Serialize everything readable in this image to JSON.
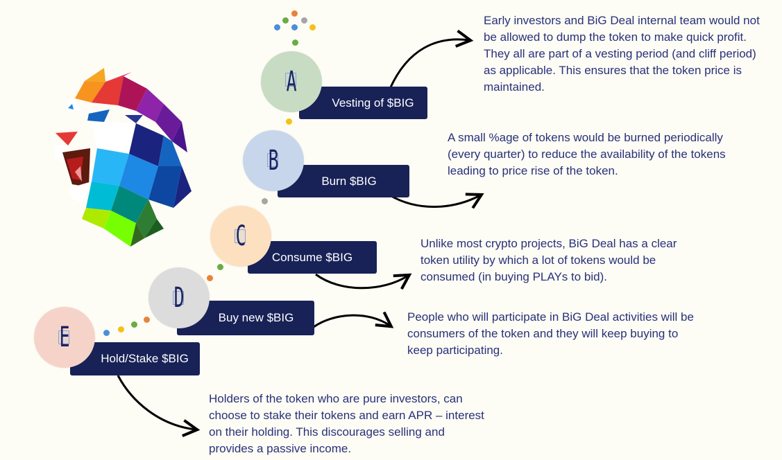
{
  "steps": [
    {
      "letter": "A",
      "label": "Vesting of $BIG",
      "description": "Early investors and BiG Deal internal team would not be allowed to dump the token to make quick profit. They all are part of a vesting period (and cliff period) as applicable. This ensures that the token price is maintained.",
      "color": "#c7dcc3"
    },
    {
      "letter": "B",
      "label": "Burn $BIG",
      "description": "A small %age of tokens would be burned periodically (every quarter) to reduce the availability of the tokens leading to price rise of the token.",
      "color": "#c7d6ea"
    },
    {
      "letter": "C",
      "label": "Consume $BIG",
      "description": "Unlike most crypto projects, BiG Deal has a clear token utility by which a lot of tokens would be consumed (in buying PLAYs to bid).",
      "color": "#fde0c0"
    },
    {
      "letter": "D",
      "label": "Buy new $BIG",
      "description": "People who will participate in BiG Deal activities will be consumers of the token and they will keep buying to keep participating.",
      "color": "#dcdcdc"
    },
    {
      "letter": "E",
      "label": "Hold/Stake $BIG",
      "description": "Holders of the token who are pure investors, can choose to stake their tokens and earn APR – interest on their holding. This discourages selling and provides a passive income.",
      "color": "#f6d3c8"
    }
  ],
  "colors": {
    "label_bg": "#182257",
    "text": "#283179",
    "background": "#fdfcf5",
    "dot_orange": "#e8833a",
    "dot_green": "#6aac46",
    "dot_gray": "#a5a5a5",
    "dot_blue": "#4a8fd8",
    "dot_yellow": "#f5c118"
  },
  "icons": [
    "lion-logo"
  ]
}
